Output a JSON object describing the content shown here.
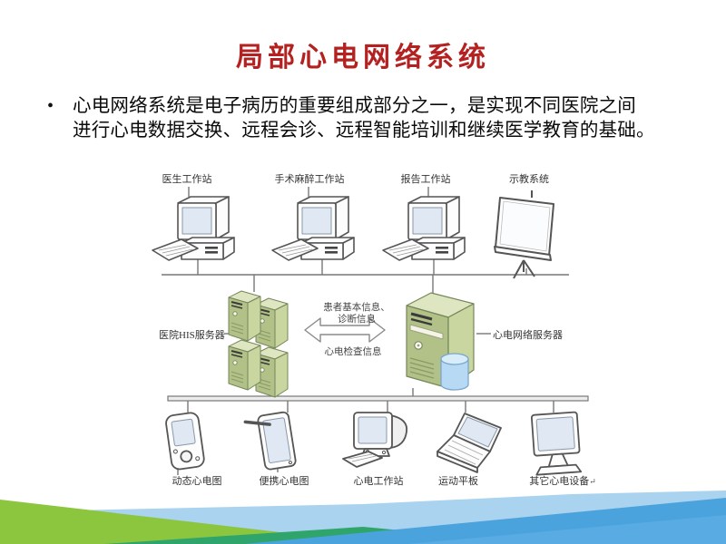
{
  "slide": {
    "title": "局部心电网络系统",
    "bullet": {
      "marker": "•",
      "line1": "心电网络系统是电子病历的重要组成部分之一，是实现不同医院之间",
      "line2": "进行心电数据交换、远程会诊、远程智能培训和继续医学教育的基础。"
    }
  },
  "diagram": {
    "top_nodes": [
      {
        "label": "医生工作站",
        "icon": "desktop-computer"
      },
      {
        "label": "手术麻醉工作站",
        "icon": "desktop-computer"
      },
      {
        "label": "报告工作站",
        "icon": "desktop-computer"
      },
      {
        "label": "示教系统",
        "icon": "projector-screen"
      }
    ],
    "servers": {
      "his": {
        "label": "医院HIS服务器",
        "icon": "server-cluster"
      },
      "ecg": {
        "label": "心电网络服务器",
        "icon": "server-tower-with-database"
      }
    },
    "exchange_arrow": {
      "top_label_line1": "患者基本信息、",
      "top_label_line2": "诊断信息",
      "bottom_label": "心电检查信息"
    },
    "bottom_nodes": [
      {
        "label": "动态心电图",
        "icon": "handheld-recorder"
      },
      {
        "label": "便携心电图",
        "icon": "tablet-with-stylus"
      },
      {
        "label": "心电工作站",
        "icon": "crt-with-keyboard"
      },
      {
        "label": "运动平板",
        "icon": "laptop"
      },
      {
        "label": "其它心电设备",
        "return_mark": "↵",
        "icon": "lcd-monitor"
      }
    ],
    "colors": {
      "title_red": "#b32120",
      "server_front": "#b2c187",
      "server_side": "#cad6a0",
      "server_top": "#dde6c1",
      "database_blue": "#b7d9f3",
      "screen_blue": "#dfe8f3",
      "connector_gray": "#777777",
      "footer_green": "#8cc63f",
      "footer_teal": "#2fa56b",
      "footer_light_blue": "#a9d3ee",
      "footer_blue": "#4aa3dd",
      "footer_bright_blue": "#58ace3"
    }
  }
}
